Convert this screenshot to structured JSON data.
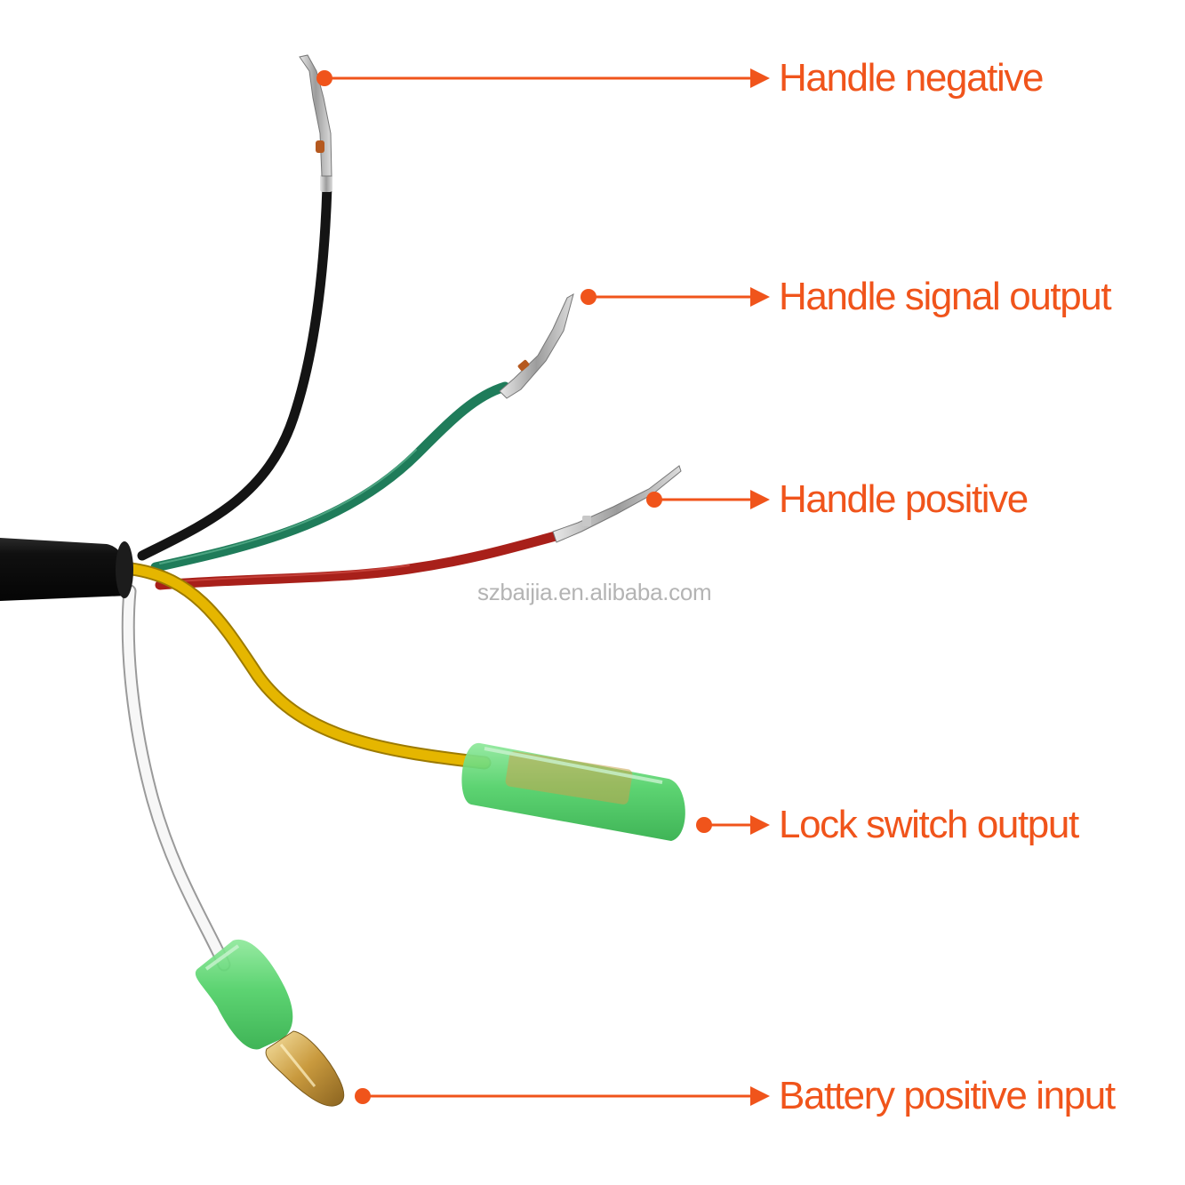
{
  "colors": {
    "accent": "#f0541b",
    "watermark": "#b4b4b4",
    "wire_black": "#1a1a1a",
    "wire_green": "#1f7c5a",
    "wire_red": "#a8201a",
    "wire_yellow": "#e5b600",
    "wire_white": "#f4f4f4",
    "sheath": "#0d0d0d",
    "connector_green": "#45d05c",
    "connector_brass": "#c9a04a"
  },
  "watermark": "szbaijia.en.alibaba.com",
  "callouts": [
    {
      "id": "handle-negative",
      "label": "Handle negative",
      "wire": "black"
    },
    {
      "id": "handle-signal-output",
      "label": "Handle signal output",
      "wire": "green"
    },
    {
      "id": "handle-positive",
      "label": "Handle positive",
      "wire": "red"
    },
    {
      "id": "lock-switch-output",
      "label": "Lock switch output",
      "wire": "yellow"
    },
    {
      "id": "battery-positive-input",
      "label": "Battery positive input",
      "wire": "white"
    }
  ]
}
